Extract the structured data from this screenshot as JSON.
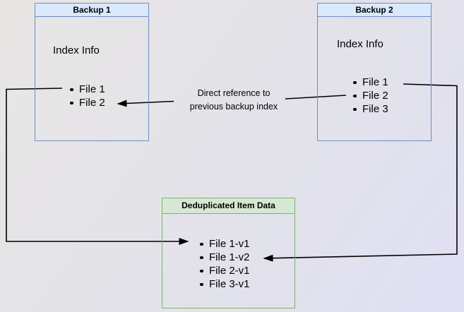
{
  "colors": {
    "canvasBgStart": "#e8e6e4",
    "canvasBgEnd": "#dfe0f4",
    "blueFill": "#dae8fc",
    "blueStroke": "#6c8ebf",
    "greenFill": "#d5e8d4",
    "greenStroke": "#82b366",
    "arrow": "#000000",
    "text": "#000000"
  },
  "boxes": {
    "backup1": {
      "title": "Backup 1",
      "label": "Index Info",
      "items": [
        "File 1",
        "File 2"
      ]
    },
    "backup2": {
      "title": "Backup 2",
      "label": "Index Info",
      "items": [
        "File 1",
        "File 2",
        "File 3"
      ]
    },
    "dedup": {
      "title": "Deduplicated Item Data",
      "items": [
        "File 1-v1",
        "File 1-v2",
        "File 2-v1",
        "File 3-v1"
      ]
    }
  },
  "annotation": {
    "line1": "Direct reference to",
    "line2": "previous backup index"
  }
}
